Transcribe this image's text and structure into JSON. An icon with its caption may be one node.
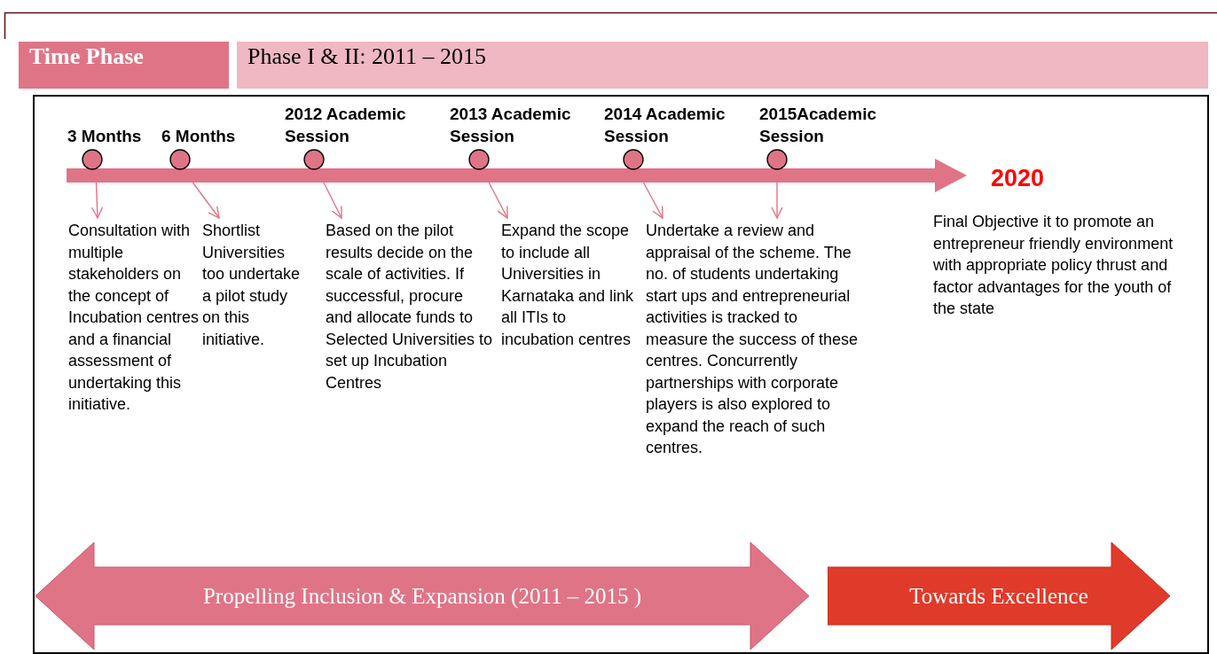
{
  "diagram": {
    "nodes": [
      {
        "text": [
          "Time Phase"
        ]
      },
      {
        "text": [
          "Phase I & II: 2011 – 2015"
        ]
      },
      {
        "text": [
          "3 Months"
        ]
      },
      {
        "text": [
          "6 Months"
        ]
      },
      {
        "text": [
          "2012 Academic Session"
        ]
      },
      {
        "text": [
          "2013 Academic Session"
        ]
      },
      {
        "text": [
          "2014 Academic Session"
        ]
      },
      {
        "text": [
          "2015Academic Session"
        ]
      },
      {
        "text": [
          "Consultation with multiple stakeholders on the concept of Incubation centres and a financial assessment of undertaking this initiative."
        ]
      },
      {
        "text": [
          "Shortlist Universities too undertake a pilot study on this initiative."
        ]
      },
      {
        "text": [
          "Based on the pilot results decide on the scale of activities. If successful, procure and allocate funds to Selected Universities to set up Incubation Centres"
        ]
      },
      {
        "text": [
          "Expand the scope to include all Universities in Karnataka and link all ITIs to incubation centres"
        ]
      },
      {
        "text": [
          "Undertake a review and appraisal of the scheme. The no. of students undertaking start ups and entrepreneurial activities is tracked to measure the success of these centres. Concurrently partnerships with corporate players is also explored to expand the reach of such centres."
        ]
      },
      {
        "text": [
          "2020"
        ],
        "beside": [
          "Final Objective it to promote an entrepreneur friendly environment with appropriate policy thrust and factor advantages for the youth of the state"
        ]
      },
      {
        "text": [
          "Propelling Inclusion & Expansion (2011 – 2015 )"
        ]
      },
      {
        "text": [
          "Towards Excellence"
        ]
      }
    ],
    "edges": [
      {
        "from": 2,
        "to": 8,
        "arrow": "to"
      },
      {
        "from": 3,
        "to": 9,
        "arrow": "to"
      },
      {
        "from": 4,
        "to": 10,
        "arrow": "to"
      },
      {
        "from": 5,
        "to": 11,
        "arrow": "to"
      },
      {
        "from": 6,
        "to": 12,
        "arrow": "to"
      },
      {
        "from": 7,
        "to": 12,
        "arrow": "to"
      },
      {
        "from": null,
        "to": 13,
        "arrow": "to",
        "style": "thick"
      }
    ]
  }
}
